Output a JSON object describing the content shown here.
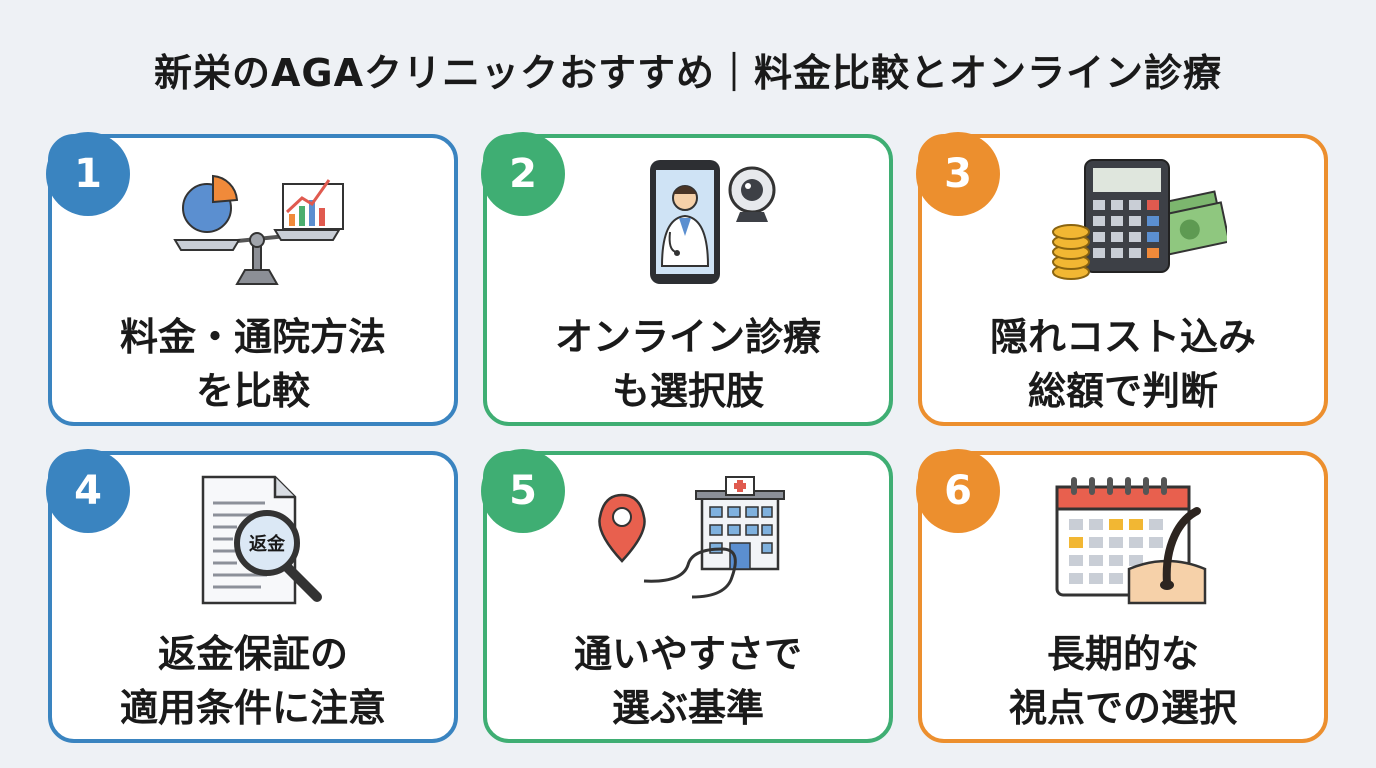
{
  "title": "新栄のAGAクリニックおすすめ｜料金比較とオンライン診療",
  "cards": [
    {
      "number": "1",
      "line1": "料金・通院方法",
      "line2": "を比較",
      "icon": "scale-chart-icon"
    },
    {
      "number": "2",
      "line1": "オンライン診療",
      "line2": "も選択肢",
      "icon": "phone-doctor-icon"
    },
    {
      "number": "3",
      "line1": "隠れコスト込み",
      "line2": "総額で判断",
      "icon": "calculator-money-icon"
    },
    {
      "number": "4",
      "line1": "返金保証の",
      "line2": "適用条件に注意",
      "icon": "document-magnifier-icon",
      "icon_text": "返金"
    },
    {
      "number": "5",
      "line1": "通いやすさで",
      "line2": "選ぶ基準",
      "icon": "map-pin-clinic-icon"
    },
    {
      "number": "6",
      "line1": "長期的な",
      "line2": "視点での選択",
      "icon": "calendar-hair-icon"
    }
  ],
  "colors": {
    "blue": "#3a84c0",
    "green": "#3fae73",
    "orange": "#ec8f2e"
  }
}
